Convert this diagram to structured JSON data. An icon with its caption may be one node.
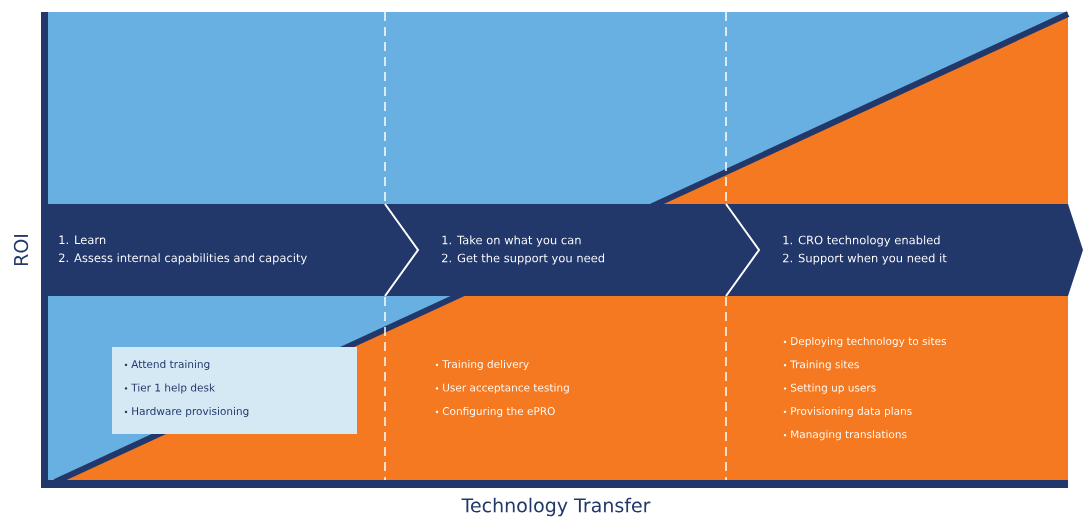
{
  "diagram": {
    "nodes": [
      {
        "text": [
          "1. Learn",
          "2. Assess internal capabilities and capacity"
        ]
      },
      {
        "text": [
          "1. Take on what you can",
          "2. Get the support you need"
        ]
      },
      {
        "text": [
          "1. CRO technology enabled",
          "2. Support when you need it"
        ]
      },
      {
        "text": [
          "Attend training",
          "Tier 1 help desk",
          "Hardware provisioning"
        ]
      }
    ],
    "labels": [
      "ROI",
      "Training delivery",
      "User acceptance testing",
      "Configuring the ePRO",
      "Deploying technology to sites",
      "Training sites",
      "Setting up users",
      "Provisioning data plans",
      "Managing translations",
      "Technology Transfer"
    ]
  }
}
